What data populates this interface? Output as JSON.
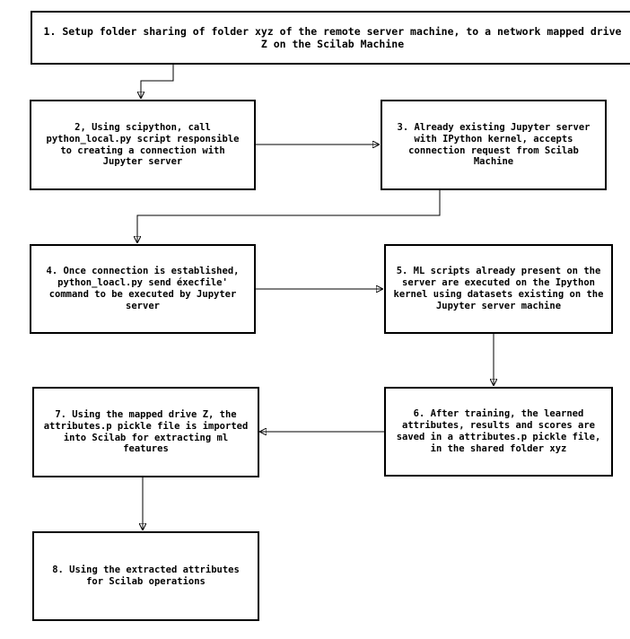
{
  "steps": [
    {
      "id": "step-1",
      "text": "1. Setup folder sharing of folder xyz of the remote server machine, to a network mapped drive Z on the Scilab Machine"
    },
    {
      "id": "step-2",
      "text": "2, Using scipython, call python_local.py script responsible to creating a connection with Jupyter server"
    },
    {
      "id": "step-3",
      "text": "3. Already existing Jupyter server with IPython kernel, accepts connection request from Scilab Machine"
    },
    {
      "id": "step-4",
      "text": "4. Once connection is established, python_loacl.py send éxecfile' command to be executed by Jupyter server"
    },
    {
      "id": "step-5",
      "text": "5. ML scripts already present on the server are executed on the Ipython kernel using datasets existing on the Jupyter server machine"
    },
    {
      "id": "step-6",
      "text": "6. After training, the learned attributes, results and scores are saved in a attributes.p pickle file, in the shared folder xyz"
    },
    {
      "id": "step-7",
      "text": "7. Using the mapped drive Z, the attributes.p pickle file is imported into Scilab for extracting ml features"
    },
    {
      "id": "step-8",
      "text": "8. Using the extracted attributes for Scilab operations"
    }
  ],
  "edges": [
    {
      "from": "step-1",
      "to": "step-2"
    },
    {
      "from": "step-2",
      "to": "step-3"
    },
    {
      "from": "step-3",
      "to": "step-4"
    },
    {
      "from": "step-4",
      "to": "step-5"
    },
    {
      "from": "step-5",
      "to": "step-6"
    },
    {
      "from": "step-6",
      "to": "step-7"
    },
    {
      "from": "step-7",
      "to": "step-8"
    }
  ]
}
